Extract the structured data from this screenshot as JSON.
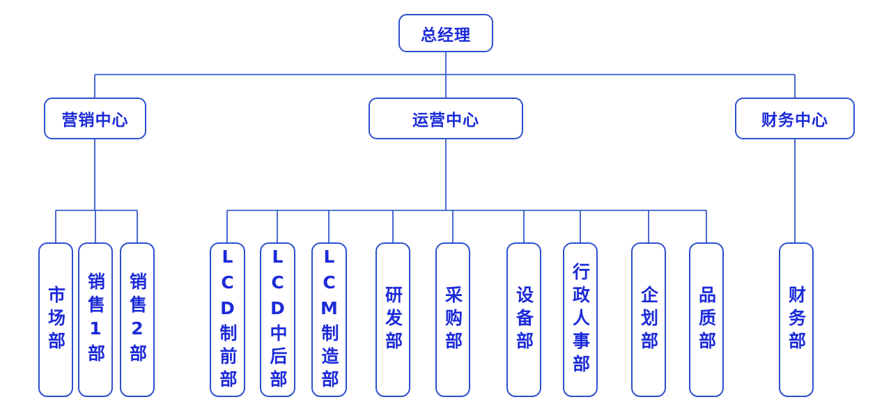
{
  "root": {
    "label": "总经理"
  },
  "centers": [
    {
      "label": "营销中心",
      "departments": [
        "市场部",
        "销售1部",
        "销售2部"
      ]
    },
    {
      "label": "运营中心",
      "departments": [
        "LCD制前部",
        "LCD中后部",
        "LCM制造部",
        "研发部",
        "采购部",
        "设备部",
        "行政人事部",
        "企划部",
        "品质部"
      ]
    },
    {
      "label": "财务中心",
      "departments": [
        "财务部"
      ]
    }
  ],
  "colors": {
    "node_border": "#2b50cc",
    "node_text": "#1b2ad8",
    "connector_line": "#1f45c5",
    "background": "#ffffff"
  }
}
